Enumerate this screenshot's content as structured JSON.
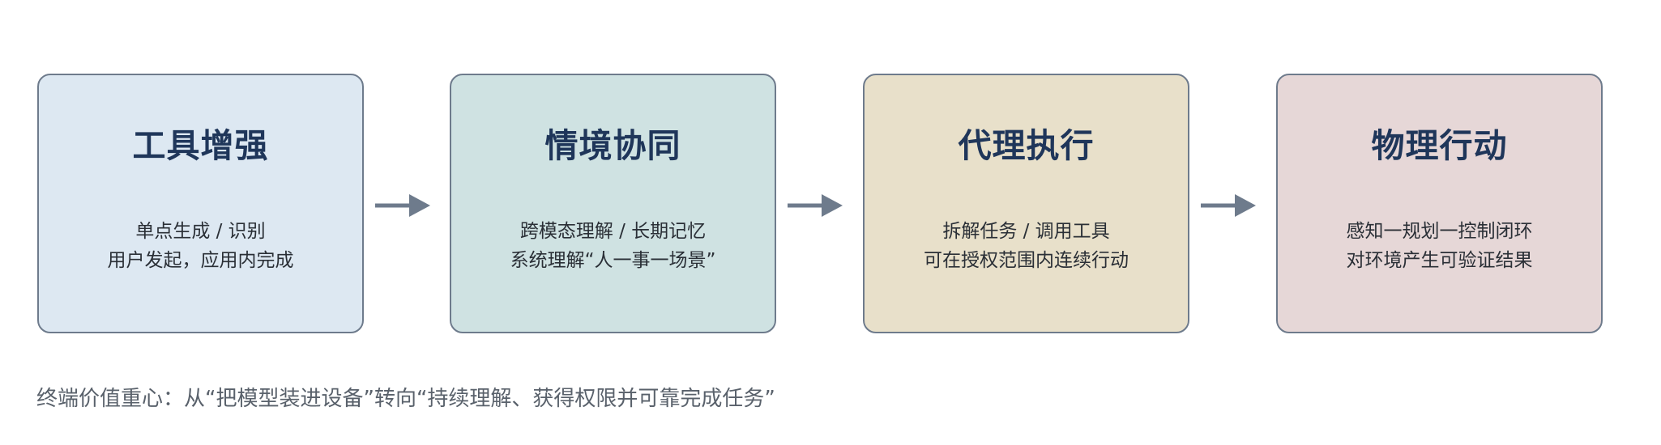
{
  "stages": [
    {
      "title": "工具增强",
      "line1": "单点生成 / 识别",
      "line2": "用户发起，应用内完成",
      "bg": "#dde8f2"
    },
    {
      "title": "情境协同",
      "line1": "跨模态理解 / 长期记忆",
      "line2": "系统理解“人一事一场景”",
      "bg": "#cfe2e2"
    },
    {
      "title": "代理执行",
      "line1": "拆解任务 / 调用工具",
      "line2": "可在授权范围内连续行动",
      "bg": "#e8e0ca"
    },
    {
      "title": "物理行动",
      "line1": "感知一规划一控制闭环",
      "line2": "对环境产生可验证结果",
      "bg": "#e6d7d7"
    }
  ],
  "footer": "终端价值重心：从“把模型装进设备”转向“持续理解、获得权限并可靠完成任务”",
  "colors": {
    "border": "#6e7b8c",
    "title": "#1f365a",
    "body_text": "#2a2f36",
    "arrow": "#6e7b8c",
    "footer_text": "#59616b"
  }
}
